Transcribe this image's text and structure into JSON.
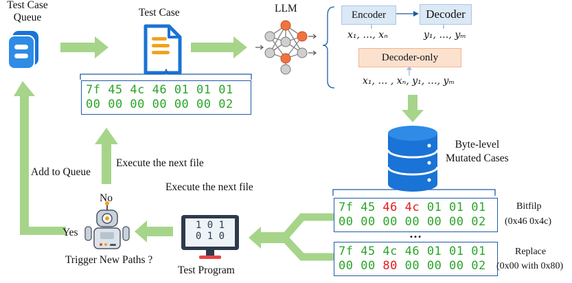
{
  "queue": {
    "label": "Test Case\nQueue"
  },
  "testcase": {
    "label": "Test Case"
  },
  "llm": {
    "label": "LLM"
  },
  "encoder": {
    "label": "Encoder",
    "sub": "x₁, …, xₙ"
  },
  "decoder": {
    "label": "Decoder",
    "sub": "y₁, …, yₘ"
  },
  "decoder_only": {
    "label": "Decoder-only",
    "sub": "x₁, … , xₙ, y₁, …, yₘ"
  },
  "seed_hex": {
    "line1": "7f 45 4c 46 01 01 01",
    "line2": "00 00 00 00 00 00 02"
  },
  "mutated_db": {
    "label": "Byte-level\nMutated Cases"
  },
  "bitflip_hex": {
    "line1_a": "7f 45 ",
    "line1_red": "46 4c",
    "line1_b": " 01 01 01",
    "line2": "00 00 00 00 00 00 02",
    "caption": "Bitfilp",
    "detail": "(0x46 0x4c)"
  },
  "ellipsis": "…",
  "replace_hex": {
    "line1": "7f 45 4c 46 01 01 01",
    "line2_a": "00 00 ",
    "line2_red": "80",
    "line2_b": " 00 00 00 02",
    "caption": "Replace",
    "detail": "(0x00 with 0x80)"
  },
  "execute_top": "Execute the next file",
  "execute_bottom": "Execute the next file",
  "add_to_queue": "Add to Queue",
  "no_label": "No",
  "yes_label": "Yes",
  "trigger": "Trigger New Paths ?",
  "test_program": {
    "label": "Test Program",
    "line1": "1 0 1",
    "line2": "0 1 0"
  },
  "colors": {
    "arrow_green": "#a6d58a",
    "blue_border": "#1f5aa8",
    "db_blue": "#1a73d6",
    "encoder_fill": "#dbe8f6",
    "decoder_only_fill": "#fce1cf",
    "hex_green": "#2aa52a",
    "hex_red": "#e01b1b"
  }
}
